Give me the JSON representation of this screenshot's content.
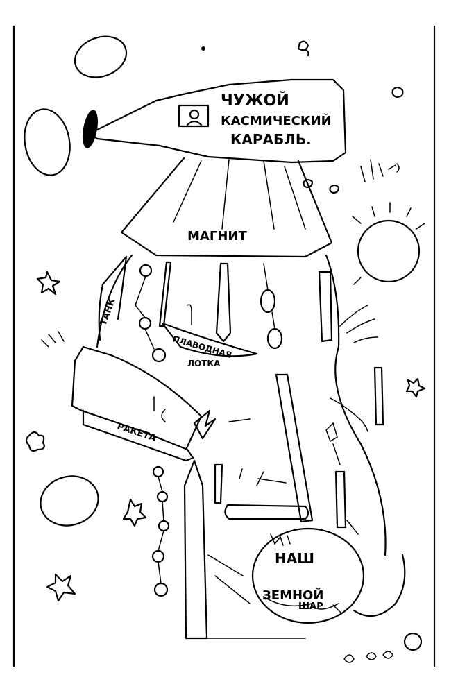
{
  "spaceship": {
    "line1": "ЧУЖОЙ",
    "line2": "КАСМИЧЕСКИЙ",
    "line3": "КАРАБЛЬ."
  },
  "magnet": "МАГНИТ",
  "tank": "ТАНК",
  "submarine": {
    "line1": "ПЛАВОДНАЯ",
    "line2": "ЛОТКА"
  },
  "rocket": "РАКЕТА",
  "earth": {
    "line1": "НАШ",
    "line2": "ЗЕМНОЙ",
    "line3": "ШАР"
  }
}
